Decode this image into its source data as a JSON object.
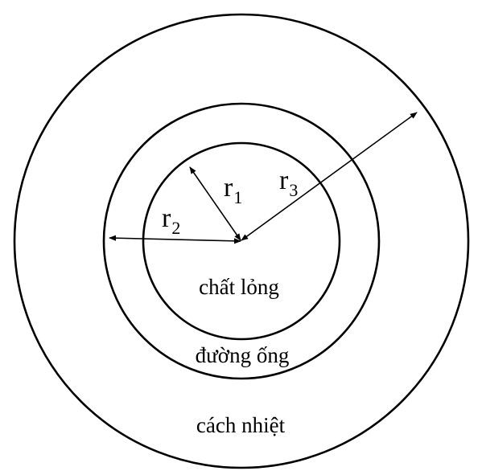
{
  "labels": {
    "radii": [
      {
        "symbol": "r",
        "subscript": "1"
      },
      {
        "symbol": "r",
        "subscript": "2"
      },
      {
        "symbol": "r",
        "subscript": "3"
      }
    ],
    "regions": {
      "inner": "chất lỏng",
      "middle": "đường ống",
      "outer": "cách nhiệt"
    }
  }
}
